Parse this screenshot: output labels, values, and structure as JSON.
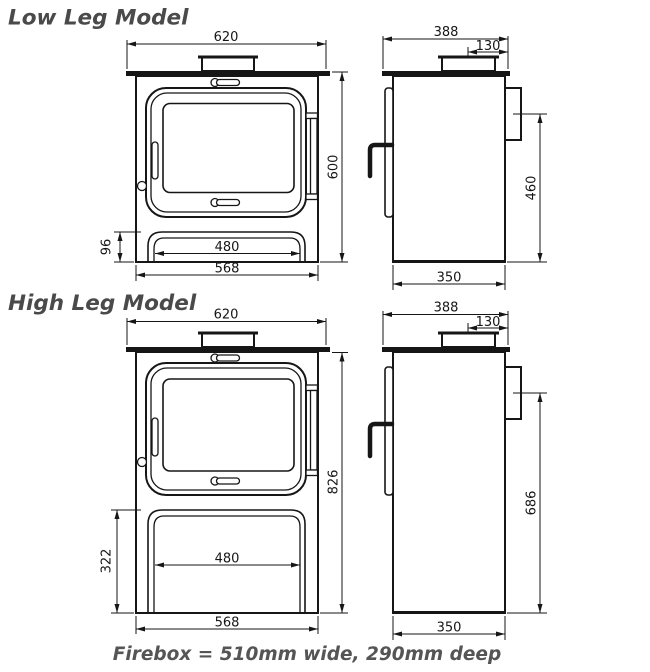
{
  "page": {
    "background": "#ffffff",
    "ink_color": "#161616",
    "heading_color": "#4a4a4a"
  },
  "low_leg": {
    "title": "Low Leg Model",
    "front": {
      "top_width": "620",
      "overall_height": "600",
      "ash_lip_height": "96",
      "door_opening_width": "480",
      "body_width": "568"
    },
    "side": {
      "top_depth": "388",
      "flue_centre_to_rear": "130",
      "rear_outlet_height": "460",
      "body_depth": "350"
    }
  },
  "high_leg": {
    "title": "High Leg Model",
    "front": {
      "top_width": "620",
      "overall_height": "826",
      "leg_section_height": "322",
      "door_opening_width": "480",
      "body_width": "568"
    },
    "side": {
      "top_depth": "388",
      "flue_centre_to_rear": "130",
      "rear_outlet_height": "686",
      "body_depth": "350"
    }
  },
  "footer": {
    "firebox_note": "Firebox = 510mm wide, 290mm deep"
  }
}
